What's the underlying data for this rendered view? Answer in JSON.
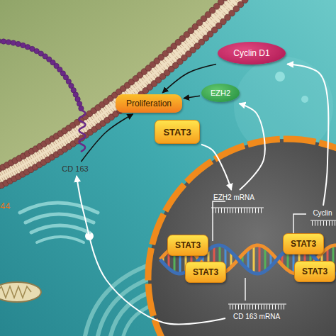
{
  "diagram": {
    "nodes": [
      {
        "text": [
          "Cyclin D1"
        ]
      },
      {
        "text": [
          "EZH2"
        ]
      },
      {
        "text": [
          "Proliferation"
        ]
      },
      {
        "text": [
          "STAT3"
        ]
      },
      {
        "text": [
          "CD 163"
        ]
      },
      {
        "text": [
          "EZH2 mRNA"
        ]
      },
      {
        "text": [
          "Cyclin"
        ]
      },
      {
        "text": [
          "STAT3"
        ]
      },
      {
        "text": [
          "STAT3"
        ]
      },
      {
        "text": [
          "STAT3"
        ]
      },
      {
        "text": [
          "STAT3"
        ]
      },
      {
        "text": [
          "CD 163 mRNA"
        ]
      }
    ],
    "edges": [
      {
        "from": 0,
        "to": 2,
        "arrow": "to"
      },
      {
        "from": 1,
        "to": 2,
        "arrow": "to"
      },
      {
        "from": 4,
        "to": 2,
        "arrow": "to"
      },
      {
        "from": 3,
        "to": 5,
        "arrow": "to"
      },
      {
        "from": 5,
        "to": 1,
        "arrow": "to"
      },
      {
        "from": 6,
        "to": 0,
        "arrow": "to"
      },
      {
        "from": 11,
        "to": 4,
        "arrow": "to"
      }
    ],
    "labels": [
      "44"
    ]
  }
}
